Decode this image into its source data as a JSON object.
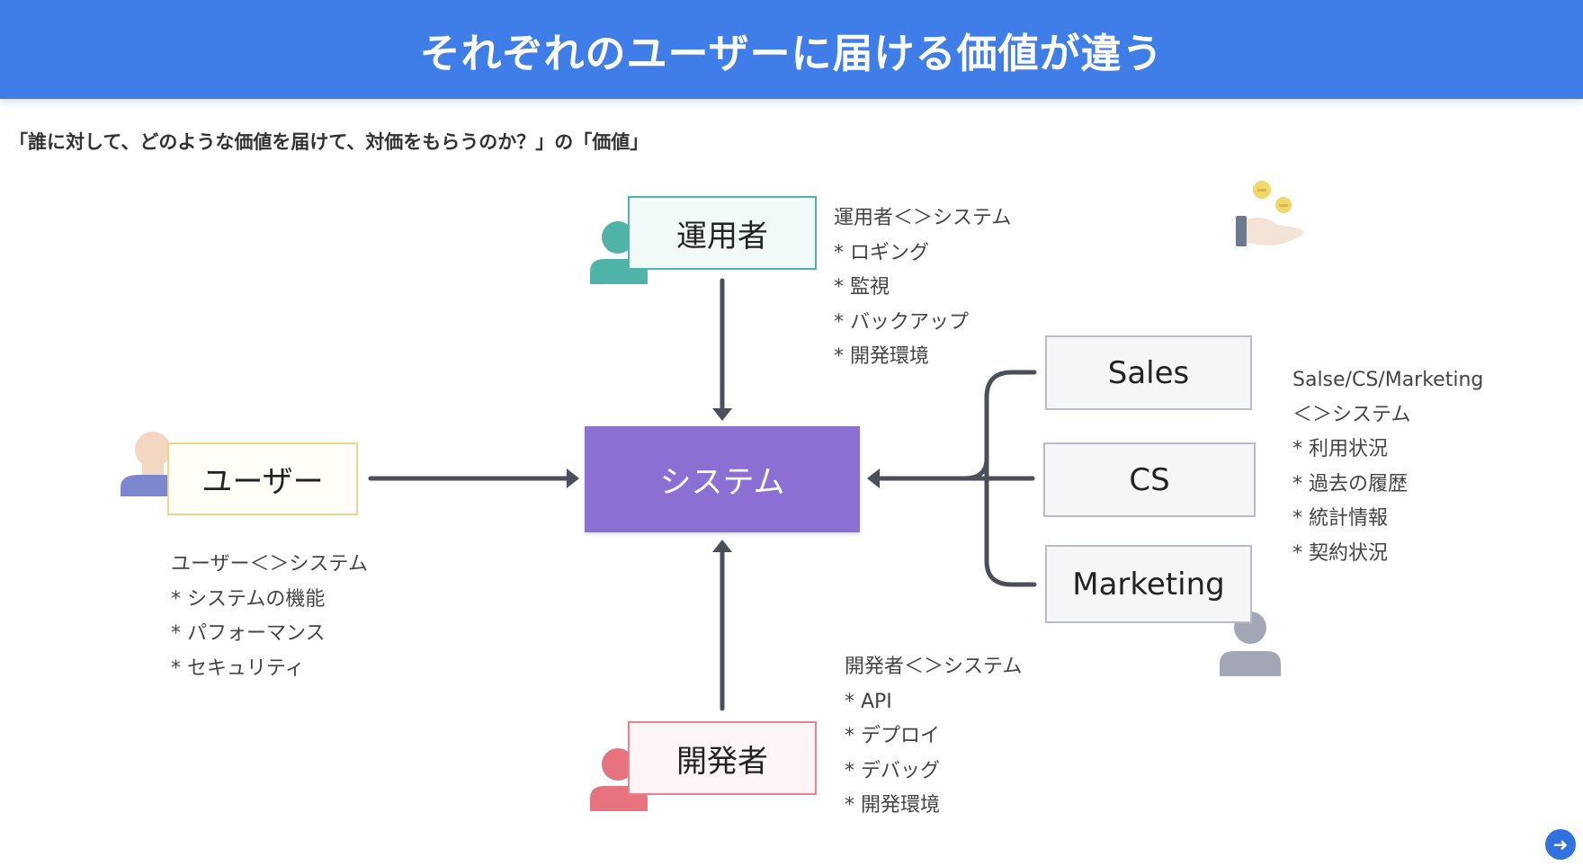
{
  "header": {
    "title": "それぞれのユーザーに届ける価値が違う"
  },
  "subtitle": "「誰に対して、どのような価値を届けて、対価をもらうのか？」の「価値」",
  "nodes": {
    "operator": "運用者",
    "user": "ユーザー",
    "developer": "開発者",
    "system": "システム",
    "sales": "Sales",
    "cs": "CS",
    "marketing": "Marketing"
  },
  "notes": {
    "operator": [
      "運用者＜＞システム",
      "* ロギング",
      "* 監視",
      "* バックアップ",
      "* 開発環境"
    ],
    "user": [
      "ユーザー＜＞システム",
      "* システムの機能",
      "* パフォーマンス",
      "* セキュリティ"
    ],
    "developer": [
      "開発者＜＞システム",
      "* API",
      "* デプロイ",
      "* デバッグ",
      "* 開発環境"
    ],
    "business": [
      "Salse/CS/Marketing",
      "＜＞システム",
      "* 利用状況",
      "* 過去の履歴",
      "* 統計情報",
      "* 契約状況"
    ]
  },
  "icons": {
    "operator": "person-icon",
    "user": "person-icon",
    "developer": "person-icon",
    "business": "person-icon",
    "value": "hand-coins-icon",
    "next": "arrow-right-icon"
  },
  "colors": {
    "header": "#3f7ee8",
    "system": "#8b6fd2",
    "operator": "#4fb3a7",
    "user": "#f0d48c",
    "developer": "#e7838f",
    "business": "#a3a6b4"
  }
}
